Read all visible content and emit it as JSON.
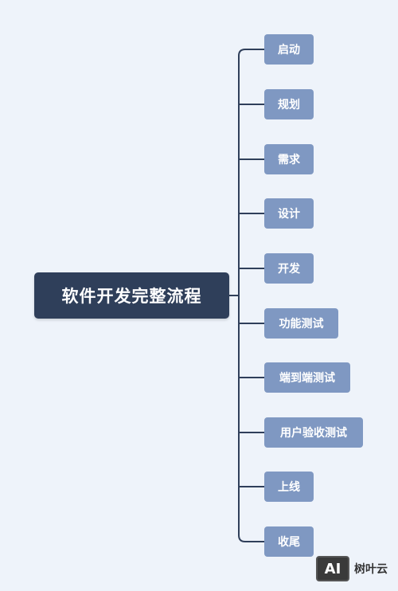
{
  "root": {
    "label": "软件开发完整流程"
  },
  "branches": [
    {
      "label": "启动"
    },
    {
      "label": "规划"
    },
    {
      "label": "需求"
    },
    {
      "label": "设计"
    },
    {
      "label": "开发"
    },
    {
      "label": "功能测试"
    },
    {
      "label": "端到端测试"
    },
    {
      "label": "用户验收测试"
    },
    {
      "label": "上线"
    },
    {
      "label": "收尾"
    }
  ],
  "watermark": {
    "logo": "AI",
    "text": "树叶云"
  },
  "colors": {
    "background": "#eef3fa",
    "root_fill": "#2f3f5a",
    "branch_fill": "#7f98c2",
    "connector": "#2f3f5a"
  }
}
